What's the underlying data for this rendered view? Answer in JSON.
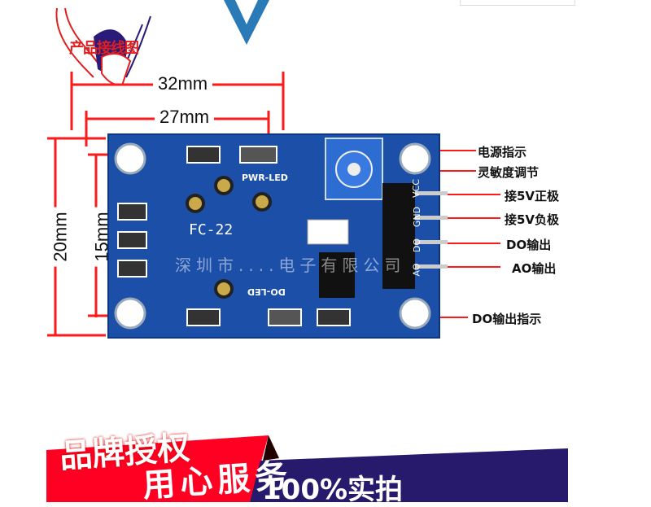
{
  "logo": {
    "text": "产品接线图"
  },
  "dimensions": {
    "outer_width": "32mm",
    "inner_width": "27mm",
    "outer_height": "20mm",
    "inner_height": "15mm"
  },
  "board": {
    "model": "FC-22",
    "pwr_led": "PWR-LED",
    "do_led": "DO-LED",
    "pins": [
      "VCC",
      "GND",
      "DO",
      "AO"
    ],
    "watermark": "深圳市....电子有限公司"
  },
  "labels": {
    "power_indicator": "电源指示",
    "sensitivity": "灵敏度调节",
    "vcc": "接5V正极",
    "gnd": "接5V负极",
    "do_out": "DO输出",
    "ao_out": "AO输出",
    "do_indicator": "DO输出指示"
  },
  "banner": {
    "line1": "品牌授权",
    "line2": "用心服务",
    "right": "100%实拍"
  },
  "colors": {
    "dim_red": "#ff1a1a",
    "pcb_blue": "#1b4fa8",
    "banner_red": "#ff0022",
    "banner_navy": "#27196b"
  }
}
